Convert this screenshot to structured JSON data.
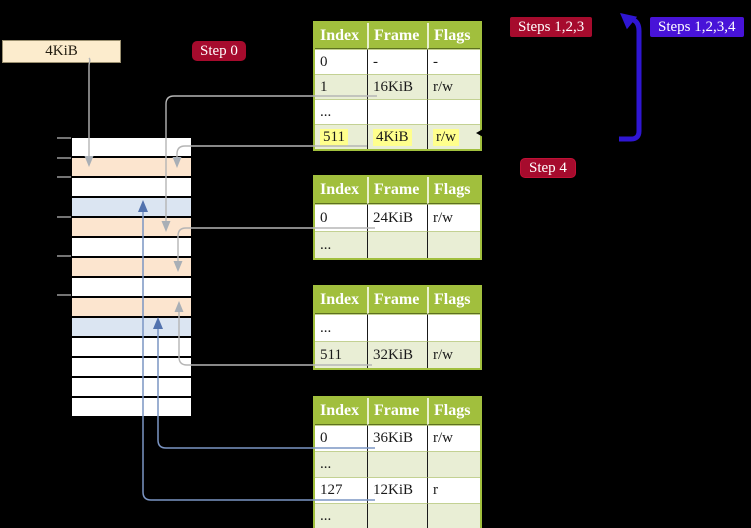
{
  "labels": {
    "page_size_box": "4KiB",
    "step0": "Step 0",
    "steps123": "Steps 1,2,3",
    "steps1234": "Steps 1,2,3,4",
    "step4": "Step 4"
  },
  "tables": [
    {
      "name": "page-table-top",
      "headers": [
        "Index",
        "Frame",
        "Flags"
      ],
      "rows": [
        [
          "0",
          "-",
          "-"
        ],
        [
          "1",
          "16KiB",
          "r/w"
        ],
        [
          "...",
          "",
          ""
        ],
        [
          "511",
          "4KiB",
          "r/w"
        ]
      ],
      "highlighted_row": "511"
    },
    {
      "name": "page-table-second",
      "headers": [
        "Index",
        "Frame",
        "Flags"
      ],
      "rows": [
        [
          "0",
          "24KiB",
          "r/w"
        ],
        [
          "...",
          "",
          ""
        ]
      ]
    },
    {
      "name": "page-table-third",
      "headers": [
        "Index",
        "Frame",
        "Flags"
      ],
      "rows": [
        [
          "...",
          "",
          ""
        ],
        [
          "511",
          "32KiB",
          "r/w"
        ]
      ]
    },
    {
      "name": "page-table-bottom",
      "headers": [
        "Index",
        "Frame",
        "Flags"
      ],
      "rows": [
        [
          "0",
          "36KiB",
          "r/w"
        ],
        [
          "...",
          "",
          ""
        ],
        [
          "127",
          "12KiB",
          "r"
        ],
        [
          "...",
          "",
          ""
        ]
      ]
    }
  ],
  "memory_rows": [
    "white",
    "peach",
    "white",
    "blue",
    "peach",
    "white",
    "peach",
    "white",
    "peach",
    "blue",
    "white",
    "white",
    "white",
    "white"
  ],
  "colors": {
    "table_green": "#a1bf3d",
    "table_row_alt": "#e9eed5",
    "highlight_yellow": "#ffff8d",
    "badge_red": "#a60b2d",
    "badge_blue": "#4813d8",
    "arrow_blue_thick": "#2f16d3",
    "connector_gray": "#b5b5b5",
    "connector_gray_head": "#a9afb6",
    "connector_blue": "#7b95c4",
    "connector_blue_head": "#5272ae",
    "mem_white": "#ffffff",
    "mem_peach": "#fce5cf",
    "mem_blue": "#dbe5f2",
    "page_box_cream": "#fceccd"
  }
}
